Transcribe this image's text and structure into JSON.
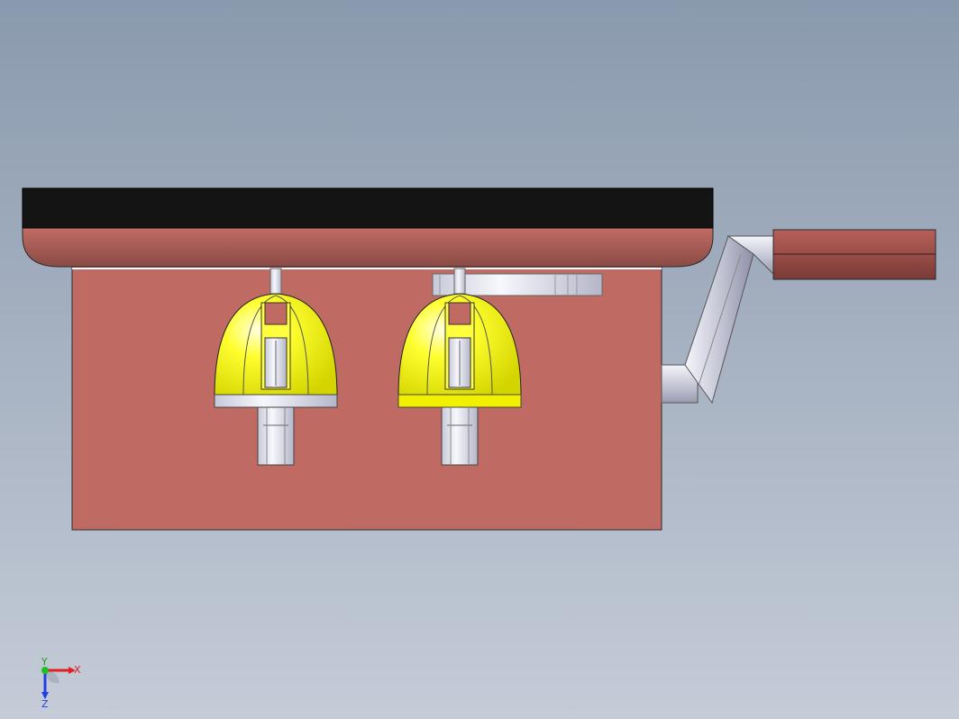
{
  "view": {
    "background_top": "#8a9aae",
    "background_bottom": "#c5ccd8"
  },
  "model": {
    "tray_top_color": "#141414",
    "body_color": "#bf6a62",
    "handle_color": "#a9504a",
    "cup_color": "#ffff00",
    "metal_color": "#e6e7f2"
  },
  "triad": {
    "x_label": "X",
    "y_label": "Y",
    "z_label": "Z",
    "x_color": "#e02020",
    "y_color": "#20c020",
    "z_color": "#2040e0"
  }
}
